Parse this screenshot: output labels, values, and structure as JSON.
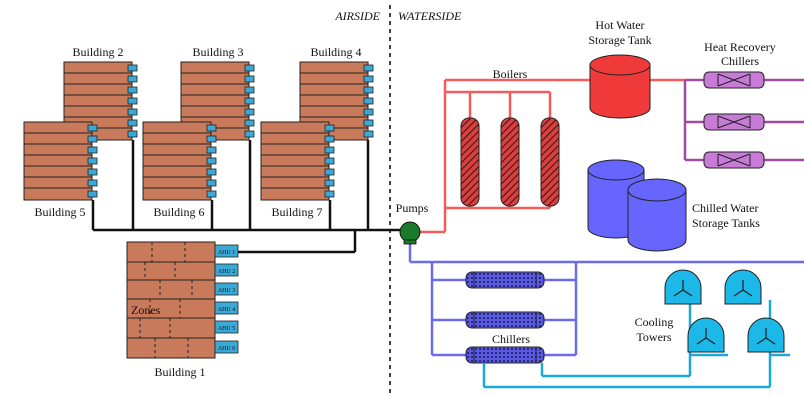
{
  "labels": {
    "airside": "AIRSIDE",
    "waterside": "WATERSIDE",
    "building_2": "Building 2",
    "building_3": "Building 3",
    "building_4": "Building 4",
    "building_5": "Building 5",
    "building_6": "Building 6",
    "building_7": "Building 7",
    "building_1": "Building 1",
    "zones": "Zones",
    "ahu": [
      "AHU 1",
      "AHU 2",
      "AHU 3",
      "AHU 4",
      "AHU 5",
      "AHU 6"
    ],
    "pumps": "Pumps",
    "boilers": "Boilers",
    "hot_water_tank_line1": "Hot Water",
    "hot_water_tank_line2": "Storage Tank",
    "heat_recovery_line1": "Heat Recovery",
    "heat_recovery_line2": "Chillers",
    "chilled_tank_line1": "Chilled Water",
    "chilled_tank_line2": "Storage Tanks",
    "chillers": "Chillers",
    "cooling_line1": "Cooling",
    "cooling_line2": "Towers"
  },
  "colors": {
    "brick": "#c87a5a",
    "ahu_blue": "#3aa9d6",
    "hot_pipe": "#f25c5c",
    "hot_tank": "#f03a3a",
    "purple_pipe": "#a04aa0",
    "hrc_fill": "#c77ad6",
    "chilled_pipe": "#6b6bf0",
    "chilled_tank": "#6666ff",
    "chiller_fill": "#6060ee",
    "cooling_pipe": "#1aa8d8",
    "cooling_tower": "#1cb8e8",
    "pump": "#1a7a2a"
  }
}
